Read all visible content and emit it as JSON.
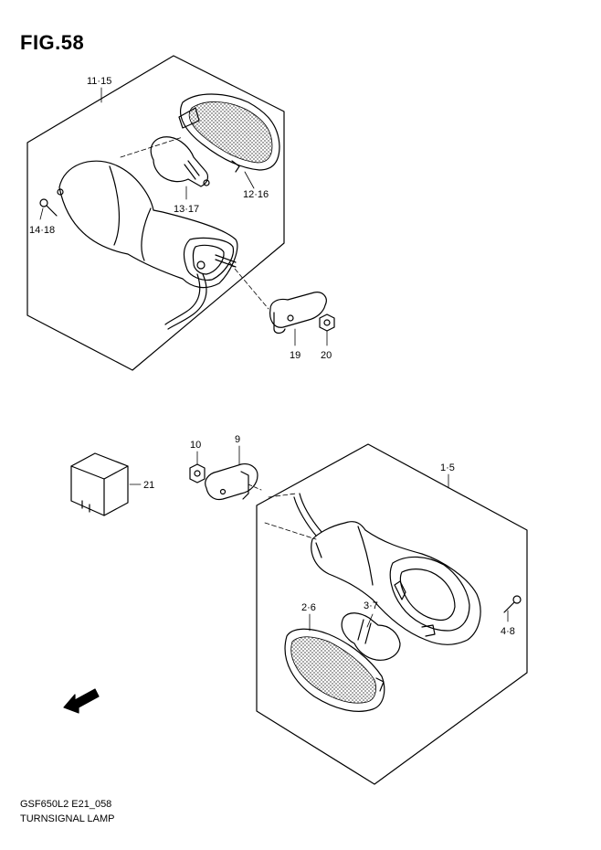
{
  "figure": {
    "title": "FIG.58",
    "code": "GSF650L2 E21_058",
    "name": "TURNSIGNAL LAMP"
  },
  "callouts": {
    "c11_15": "11·15",
    "c12_16": "12·16",
    "c13_17": "13·17",
    "c14_18": "14·18",
    "c19": "19",
    "c20": "20",
    "c10": "10",
    "c9": "9",
    "c21": "21",
    "c1_5": "1·5",
    "c2_6": "2·6",
    "c3_7": "3·7",
    "c4_8": "4·8"
  },
  "fwd": "FWD",
  "icons": [
    "fwd-arrow-icon"
  ]
}
